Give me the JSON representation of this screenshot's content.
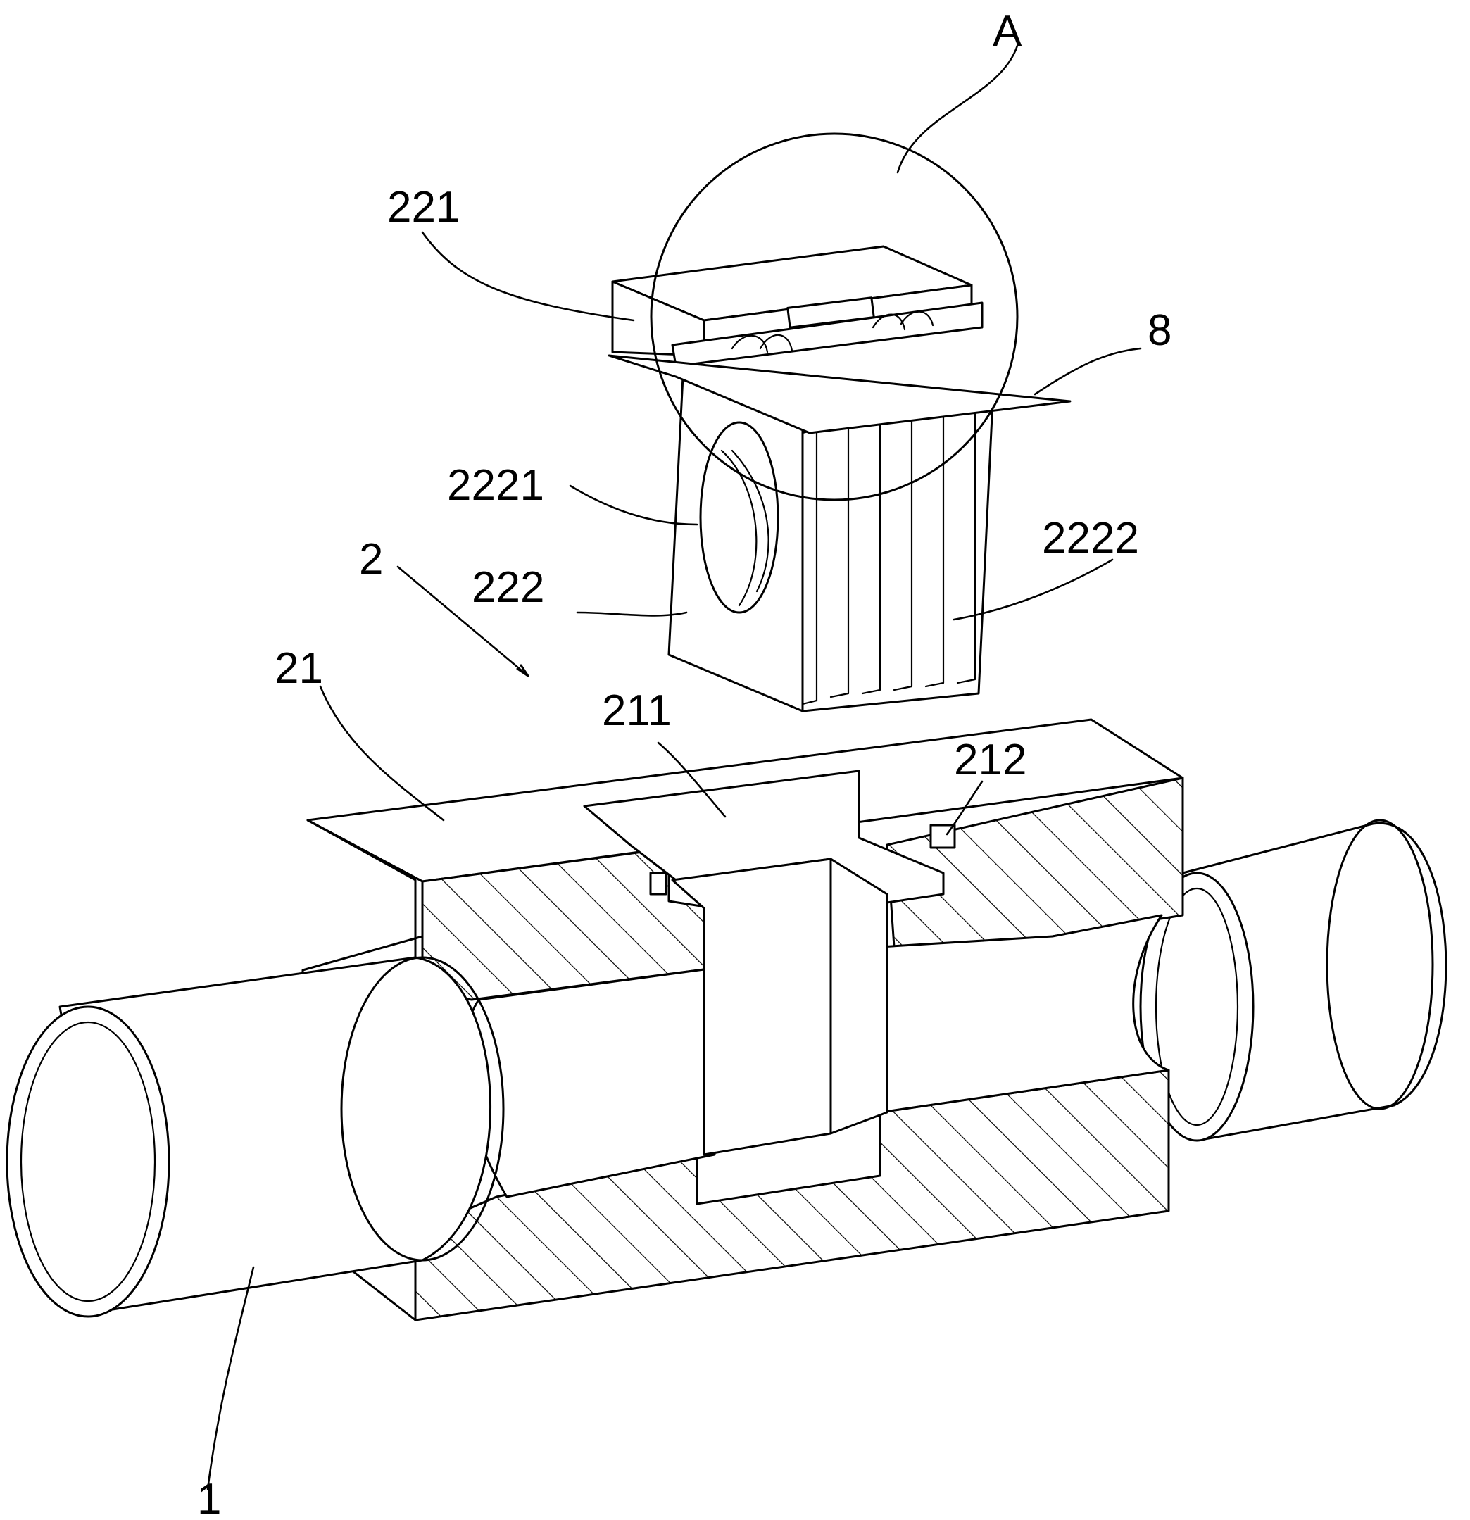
{
  "figure": {
    "labels": {
      "a": "A",
      "l221": "221",
      "l8": "8",
      "l2221": "2221",
      "l2222": "2222",
      "l2": "2",
      "l222": "222",
      "l21": "21",
      "l211": "211",
      "l212": "212",
      "l1": "1"
    }
  }
}
